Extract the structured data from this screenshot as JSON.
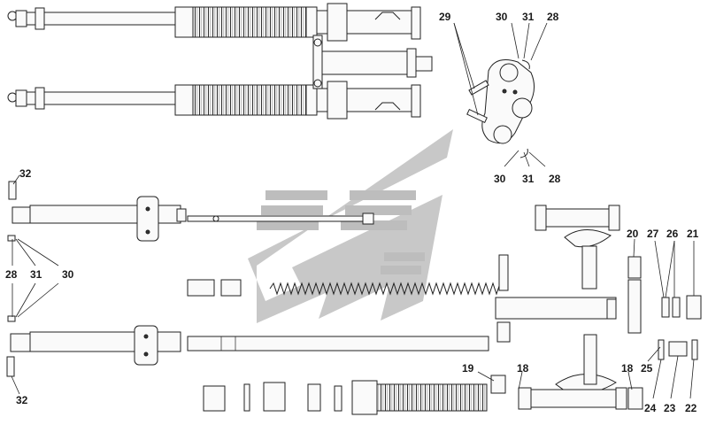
{
  "diagram": {
    "type": "exploded-parts-view",
    "watermark": {
      "color": "#bfbfbf"
    },
    "callouts": [
      "18",
      "19",
      "20",
      "21",
      "22",
      "23",
      "24",
      "25",
      "26",
      "27",
      "28",
      "29",
      "30",
      "31",
      "32"
    ]
  }
}
